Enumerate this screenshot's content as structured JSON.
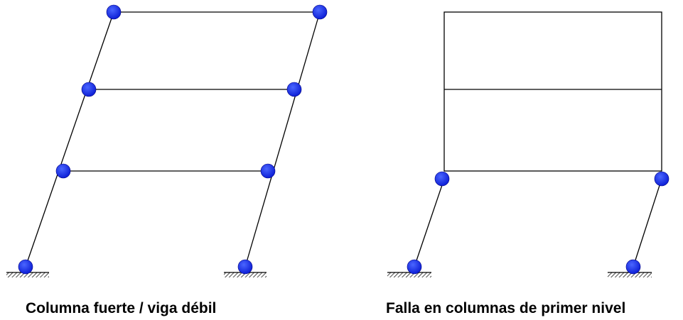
{
  "diagrams": [
    {
      "id": "left",
      "caption": "Columna fuerte / viga débil",
      "mechanism": "beam-sway",
      "floors": 3,
      "hinge_color": "#1a33ff"
    },
    {
      "id": "right",
      "caption": "Falla en columnas de primer nivel",
      "mechanism": "soft-story",
      "floors": 3,
      "hinge_color": "#1a33ff"
    }
  ]
}
